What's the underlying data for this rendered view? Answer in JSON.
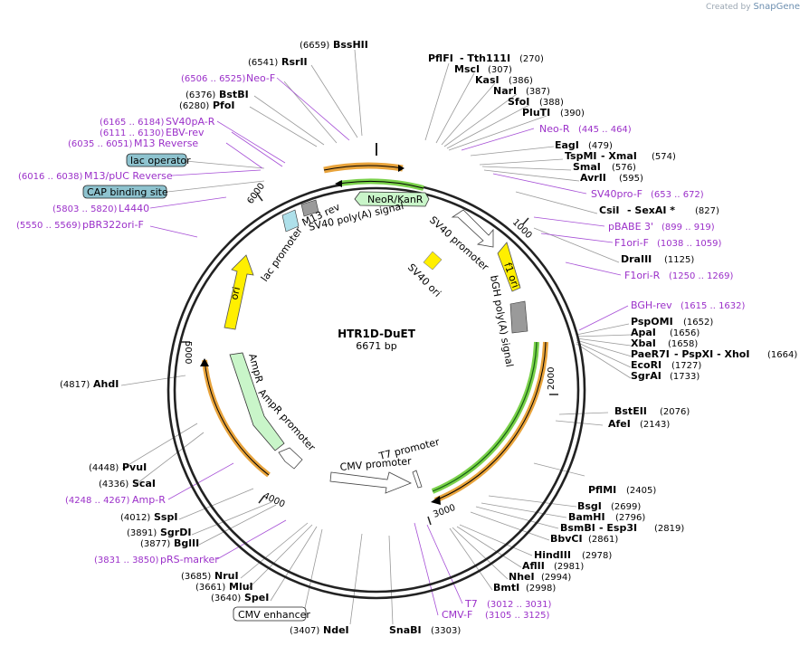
{
  "credit": {
    "prefix": "Created by",
    "brand": "SnapGene"
  },
  "plasmid": {
    "name": "HTR1D-DuET",
    "length": "6671 bp"
  },
  "ticks": [
    "1000",
    "2000",
    "3000",
    "4000",
    "5000",
    "6000"
  ],
  "boxed_labels": {
    "lac_operator": "lac operator",
    "cap_site": "CAP binding site",
    "cmv_enhancer": "CMV enhancer"
  },
  "features": {
    "neor": "NeoR/KanR",
    "sv40_polya": "SV40 poly(A) signal",
    "sv40_promoter": "SV40 promoter",
    "sv40_ori": "SV40 ori",
    "f1_ori": "f1 ori",
    "bgh": "bGH poly(A) signal",
    "lac_promoter": "lac promoter",
    "m13_rev": "M13 rev",
    "ori": "ori",
    "ampr": "AmpR",
    "ampr_promoter": "AmpR promoter",
    "cmv_promoter": "CMV promoter",
    "t7_promoter": "T7 promoter"
  },
  "sites_right": [
    {
      "name": "PflFI",
      "extra": "- Tth111I",
      "pos": "(270)"
    },
    {
      "name": "MscI",
      "pos": "(307)"
    },
    {
      "name": "KasI",
      "pos": "(386)"
    },
    {
      "name": "NarI",
      "pos": "(387)"
    },
    {
      "name": "SfoI",
      "pos": "(388)"
    },
    {
      "name": "PluTI",
      "pos": "(390)"
    },
    {
      "name": "EagI",
      "pos": "(479)"
    },
    {
      "name": "TspMI",
      "extra": "- XmaI",
      "pos": "(574)"
    },
    {
      "name": "SmaI",
      "pos": "(576)"
    },
    {
      "name": "AvrII",
      "pos": "(595)"
    },
    {
      "name": "CsiI",
      "extra": "- SexAI *",
      "pos": "(827)"
    },
    {
      "name": "DraIII",
      "pos": "(1125)"
    },
    {
      "name": "PspOMI",
      "pos": "(1652)"
    },
    {
      "name": "ApaI",
      "pos": "(1656)"
    },
    {
      "name": "XbaI",
      "pos": "(1658)"
    },
    {
      "name": "PaeR7I",
      "extra": "- PspXI - XhoI",
      "pos": "(1664)"
    },
    {
      "name": "EcoRI",
      "pos": "(1727)"
    },
    {
      "name": "SgrAI",
      "pos": "(1733)"
    },
    {
      "name": "BstEII",
      "pos": "(2076)"
    },
    {
      "name": "AfeI",
      "pos": "(2143)"
    },
    {
      "name": "PflMI",
      "pos": "(2405)"
    },
    {
      "name": "BsgI",
      "pos": "(2699)"
    },
    {
      "name": "BamHI",
      "pos": "(2796)"
    },
    {
      "name": "BsmBI",
      "extra": "- Esp3I",
      "pos": "(2819)"
    },
    {
      "name": "BbvCI",
      "pos": "(2861)"
    },
    {
      "name": "HindIII",
      "pos": "(2978)"
    },
    {
      "name": "AflII",
      "pos": "(2981)"
    },
    {
      "name": "NheI",
      "pos": "(2994)"
    },
    {
      "name": "BmtI",
      "pos": "(2998)"
    },
    {
      "name": "SnaBI",
      "pos": "(3303)"
    }
  ],
  "sites_left": [
    {
      "name": "BssHII",
      "pos": "(6659)"
    },
    {
      "name": "RsrII",
      "pos": "(6541)"
    },
    {
      "name": "BstBI",
      "pos": "(6376)"
    },
    {
      "name": "PfoI",
      "pos": "(6280)"
    },
    {
      "name": "AhdI",
      "pos": "(4817)"
    },
    {
      "name": "PvuI",
      "pos": "(4448)"
    },
    {
      "name": "ScaI",
      "pos": "(4336)"
    },
    {
      "name": "SspI",
      "pos": "(4012)"
    },
    {
      "name": "SgrDI",
      "pos": "(3891)"
    },
    {
      "name": "BglII",
      "pos": "(3877)"
    },
    {
      "name": "NruI",
      "pos": "(3685)"
    },
    {
      "name": "MluI",
      "pos": "(3661)"
    },
    {
      "name": "SpeI",
      "pos": "(3640)"
    },
    {
      "name": "NdeI",
      "pos": "(3407)"
    }
  ],
  "primers_right": [
    {
      "name": "Neo-R",
      "pos": "(445 .. 464)"
    },
    {
      "name": "SV40pro-F",
      "pos": "(653 .. 672)"
    },
    {
      "name": "pBABE 3'",
      "pos": "(899 .. 919)"
    },
    {
      "name": "F1ori-F",
      "pos": "(1038 .. 1059)"
    },
    {
      "name": "F1ori-R",
      "pos": "(1250 .. 1269)"
    },
    {
      "name": "BGH-rev",
      "pos": "(1615 .. 1632)"
    },
    {
      "name": "T7",
      "pos": "(3012 .. 3031)"
    },
    {
      "name": "CMV-F",
      "pos": "(3105 .. 3125)"
    }
  ],
  "primers_left": [
    {
      "name": "Neo-F",
      "pos": "(6506 .. 6525)"
    },
    {
      "name": "SV40pA-R",
      "pos": "(6165 .. 6184)"
    },
    {
      "name": "EBV-rev",
      "pos": "(6111 .. 6130)"
    },
    {
      "name": "M13 Reverse",
      "pos": "(6035 .. 6051)"
    },
    {
      "name": "M13/pUC Reverse",
      "pos": "(6016 .. 6038)"
    },
    {
      "name": "L4440",
      "pos": "(5803 .. 5820)"
    },
    {
      "name": "pBR322ori-F",
      "pos": "(5550 .. 5569)"
    },
    {
      "name": "Amp-R",
      "pos": "(4248 .. 4267)"
    },
    {
      "name": "pRS-marker",
      "pos": "(3831 .. 3850)"
    }
  ]
}
